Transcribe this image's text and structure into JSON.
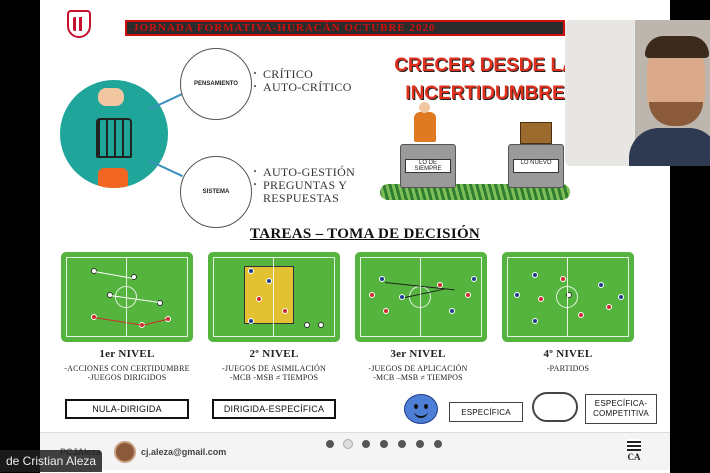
{
  "slide": {
    "banner": "JORNADA FORMATIVA-HURACÁN OCTUBRE 2020",
    "nodes": {
      "pensamiento": "PENSAMIENTO",
      "sistema": "SISTEMA"
    },
    "pensamiento_items": [
      "CRÍTICO",
      "AUTO-CRÍTICO"
    ],
    "sistema_items": [
      "AUTO-GESTIÓN",
      "PREGUNTAS Y RESPUESTAS"
    ],
    "title_right_line1": "CRECER DESDE LA",
    "title_right_line2": "INCERTIDUMBRE",
    "cartoon_labels": {
      "left": "LO DE SIEMPRE",
      "right": "LO NUEVO"
    },
    "tareas_title": "TAREAS – TOMA DE DECISIÓN",
    "levels": [
      {
        "title": "1er NIVEL",
        "line1": "-ACCIONES CON CERTIDUMBRE",
        "line2": "-JUEGOS DIRIGIDOS",
        "tag": "NULA-DIRIGIDA"
      },
      {
        "title": "2º NIVEL",
        "line1": "-JUEGOS DE ASIMILACIÓN",
        "line2": "-MCB -MSB ≠ TIEMPOS",
        "tag": "DIRIGIDA-ESPECÍFICA"
      },
      {
        "title": "3er NIVEL",
        "line1": "-JUEGOS DE APLICACIÓN",
        "line2": "-MCB –MSB ≠ TIEMPOS",
        "tag": "ESPECÍFICA"
      },
      {
        "title": "4º NIVEL",
        "line1": "-PARTIDOS",
        "line2": "",
        "tag": "ESPECÍFICA-COMPETITIVA"
      }
    ],
    "footer": {
      "brand": "PCJAleza",
      "email": "cj.aleza@gmail.com",
      "logo": "CA"
    },
    "pagination": {
      "count": 7,
      "active": 1
    }
  },
  "participant_name": "de Cristian Aleza",
  "icons": [
    "club-crest-icon",
    "smiley-icon",
    "cloud-icon",
    "ca-logo-icon"
  ],
  "colors": {
    "banner_text": "#d01010",
    "title_right": "#e0301e",
    "pitch": "#55b43d",
    "circle": "#1fa59a"
  }
}
